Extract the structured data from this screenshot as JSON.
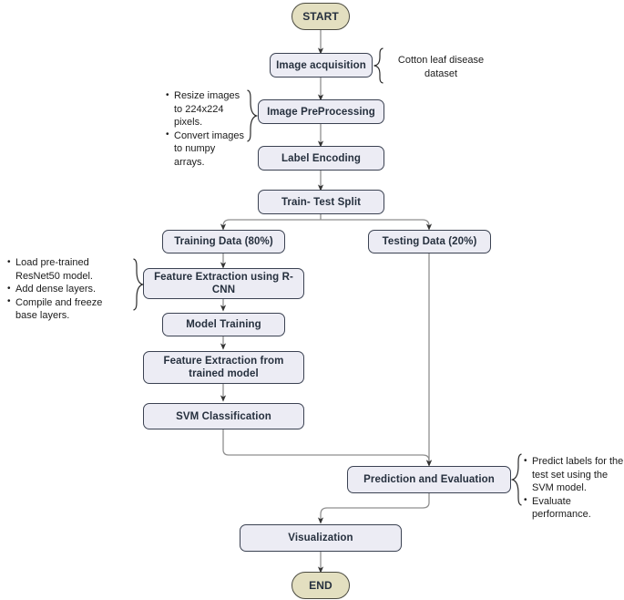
{
  "diagram": {
    "title": "Cotton leaf disease classification pipeline flowchart",
    "colors": {
      "node_fill": "#ececf4",
      "node_border": "#3b4252",
      "terminator_fill": "#e3dfc0",
      "terminator_border": "#4a4a40",
      "edge": "#8a8a8a",
      "arrow_head": "#333333",
      "text": "#26303e",
      "annotation_text": "#1b1b1b"
    },
    "nodes": [
      {
        "id": "start",
        "label": "START",
        "shape": "terminator"
      },
      {
        "id": "acquisition",
        "label": "Image acquisition",
        "shape": "process"
      },
      {
        "id": "preprocess",
        "label": "Image PreProcessing",
        "shape": "process"
      },
      {
        "id": "label_enc",
        "label": "Label Encoding",
        "shape": "process"
      },
      {
        "id": "split",
        "label": "Train- Test Split",
        "shape": "process"
      },
      {
        "id": "train_data",
        "label": "Training Data (80%)",
        "shape": "process"
      },
      {
        "id": "test_data",
        "label": "Testing Data (20%)",
        "shape": "process"
      },
      {
        "id": "feat_rcnn",
        "label": "Feature Extraction using R-CNN",
        "shape": "process"
      },
      {
        "id": "model_train",
        "label": "Model Training",
        "shape": "process"
      },
      {
        "id": "feat_trained",
        "label": "Feature Extraction from trained model",
        "shape": "process"
      },
      {
        "id": "svm",
        "label": "SVM Classification",
        "shape": "process"
      },
      {
        "id": "predict",
        "label": "Prediction and Evaluation",
        "shape": "process"
      },
      {
        "id": "visualize",
        "label": "Visualization",
        "shape": "process"
      },
      {
        "id": "end",
        "label": "END",
        "shape": "terminator"
      }
    ],
    "annotations": {
      "dataset": {
        "type": "plain",
        "side": "right",
        "lines": [
          "Cotton leaf disease",
          "dataset"
        ],
        "text": "Cotton leaf disease dataset"
      },
      "preprocessing_steps": {
        "type": "bullets",
        "side": "left",
        "items": [
          "Resize images to 224x224 pixels.",
          "Convert images to numpy arrays."
        ]
      },
      "rcnn_steps": {
        "type": "bullets",
        "side": "left",
        "items": [
          "Load pre-trained ResNet50 model.",
          "Add dense layers.",
          "Compile and freeze base layers."
        ]
      },
      "evaluation_steps": {
        "type": "bullets",
        "side": "right",
        "items": [
          "Predict labels for the test set using the SVM model.",
          "Evaluate performance."
        ]
      }
    },
    "edges": [
      {
        "from": "start",
        "to": "acquisition"
      },
      {
        "from": "acquisition",
        "to": "preprocess"
      },
      {
        "from": "preprocess",
        "to": "label_enc"
      },
      {
        "from": "label_enc",
        "to": "split"
      },
      {
        "from": "split",
        "to": "train_data"
      },
      {
        "from": "split",
        "to": "test_data"
      },
      {
        "from": "train_data",
        "to": "feat_rcnn"
      },
      {
        "from": "feat_rcnn",
        "to": "model_train"
      },
      {
        "from": "model_train",
        "to": "feat_trained"
      },
      {
        "from": "feat_trained",
        "to": "svm"
      },
      {
        "from": "svm",
        "to": "predict"
      },
      {
        "from": "test_data",
        "to": "predict"
      },
      {
        "from": "predict",
        "to": "visualize"
      },
      {
        "from": "visualize",
        "to": "end"
      }
    ]
  }
}
